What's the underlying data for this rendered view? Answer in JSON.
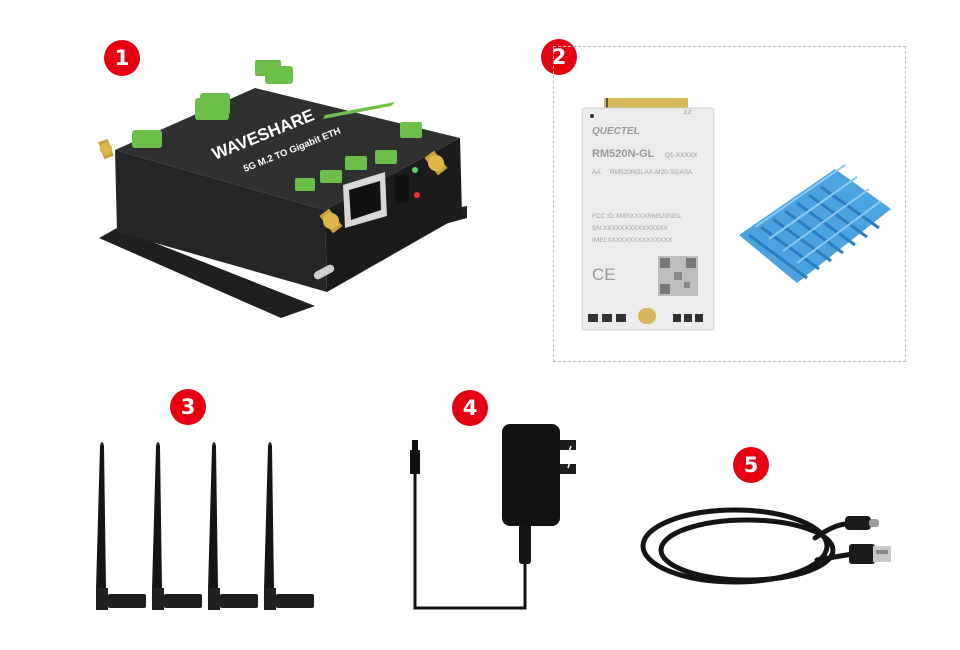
{
  "items": [
    {
      "number": "1"
    },
    {
      "number": "2"
    },
    {
      "number": "3"
    },
    {
      "number": "4"
    },
    {
      "number": "5"
    }
  ],
  "router": {
    "brand": "WAVESHARE",
    "model_text": "5G M.2 TO Gigabit ETH"
  },
  "module": {
    "brand": "QUECTEL",
    "model": "RM520N-GL",
    "variant": "Q1-XXXXX",
    "part_line": "RM520NGLAA-M20-SGASA",
    "part_prefix": "AA",
    "fcc": "FCC ID:XMRXXXXRM520NGL",
    "sn": "SN:XXXXXXXXXXXXXXX",
    "imei": "IMEI:XXXXXXXXXXXXXXX",
    "ce_mark": "CE",
    "corner_label": "2.2"
  },
  "colors": {
    "badge": "#e60012",
    "router_body": "#2a2a2a",
    "accent_green": "#6cc04a",
    "heatsink_blue": "#4ba3e0"
  }
}
